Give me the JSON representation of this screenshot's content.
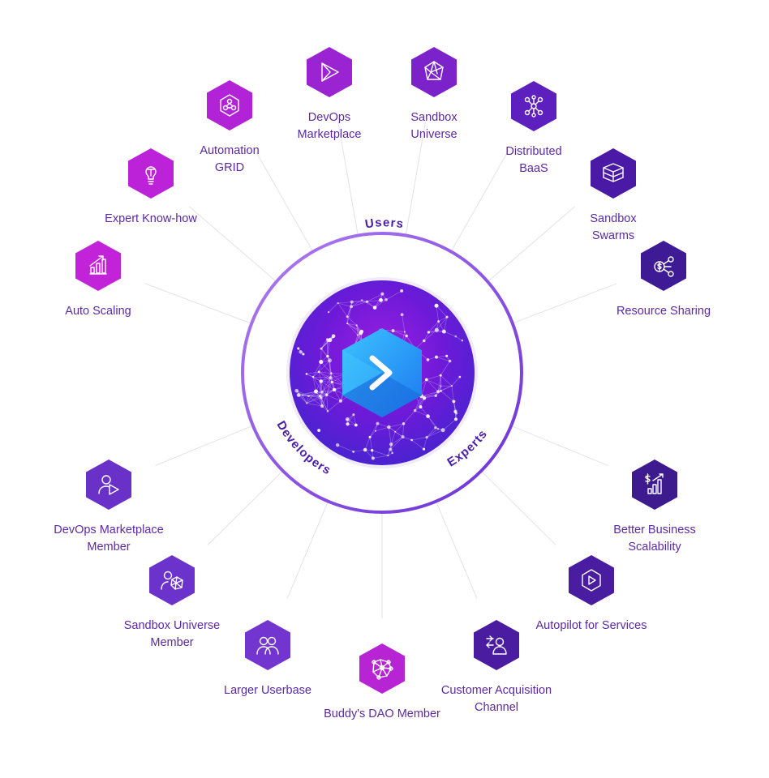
{
  "diagram": {
    "ring_labels": {
      "top": "Users",
      "left": "Developers",
      "right": "Experts"
    },
    "colors": {
      "magenta": "#b81fd6",
      "violet": "#8a2bd6",
      "deep_violet": "#5a1fb0",
      "indigo": "#3d1a8e",
      "purple_mid": "#6a31c8",
      "ring_stroke": "#8b4fe0",
      "label_text": "#5b2aa3",
      "logo_blue": "#2aa8ff"
    },
    "nodes": [
      {
        "id": "auto-scaling",
        "label": "Auto Scaling",
        "icon": "chart-icon",
        "color": "#c223d8"
      },
      {
        "id": "expert-knowhow",
        "label": "Expert Know-how",
        "icon": "lightbulb-icon",
        "color": "#bc22d8"
      },
      {
        "id": "automation-grid",
        "label": "Automation\nGRID",
        "icon": "network-icon",
        "color": "#b222d6"
      },
      {
        "id": "devops-marketplace",
        "label": "DevOps\nMarketplace",
        "icon": "play-triangle-icon",
        "color": "#9a24d2"
      },
      {
        "id": "sandbox-universe",
        "label": "Sandbox\nUniverse",
        "icon": "polyhedron-icon",
        "color": "#7c22cb"
      },
      {
        "id": "distributed-baas",
        "label": "Distributed\nBaaS",
        "icon": "nodes-icon",
        "color": "#5d1fbd"
      },
      {
        "id": "sandbox-swarms",
        "label": "Sandbox\nSwarms",
        "icon": "layers-icon",
        "color": "#4a1aa6"
      },
      {
        "id": "resource-sharing",
        "label": "Resource Sharing",
        "icon": "share-dollar-icon",
        "color": "#3e1a94"
      },
      {
        "id": "devops-marketplace-member",
        "label": "DevOps Marketplace\nMember",
        "icon": "user-play-icon",
        "color": "#6a31c8"
      },
      {
        "id": "sandbox-universe-member",
        "label": "Sandbox Universe\nMember",
        "icon": "user-polyhedron-icon",
        "color": "#6b32cc"
      },
      {
        "id": "larger-userbase",
        "label": "Larger Userbase",
        "icon": "users-icon",
        "color": "#7335cf"
      },
      {
        "id": "buddys-dao-member",
        "label": "Buddy's DAO Member",
        "icon": "dao-network-icon",
        "color": "#b624d4"
      },
      {
        "id": "customer-acquisition",
        "label": "Customer Acquisition\nChannel",
        "icon": "user-arrows-icon",
        "color": "#4a1ca0"
      },
      {
        "id": "autopilot-services",
        "label": "Autopilot for Services",
        "icon": "play-hex-icon",
        "color": "#4a1ca0"
      },
      {
        "id": "better-business",
        "label": "Better Business\nScalability",
        "icon": "dollar-chart-icon",
        "color": "#3d1a8e"
      }
    ]
  }
}
